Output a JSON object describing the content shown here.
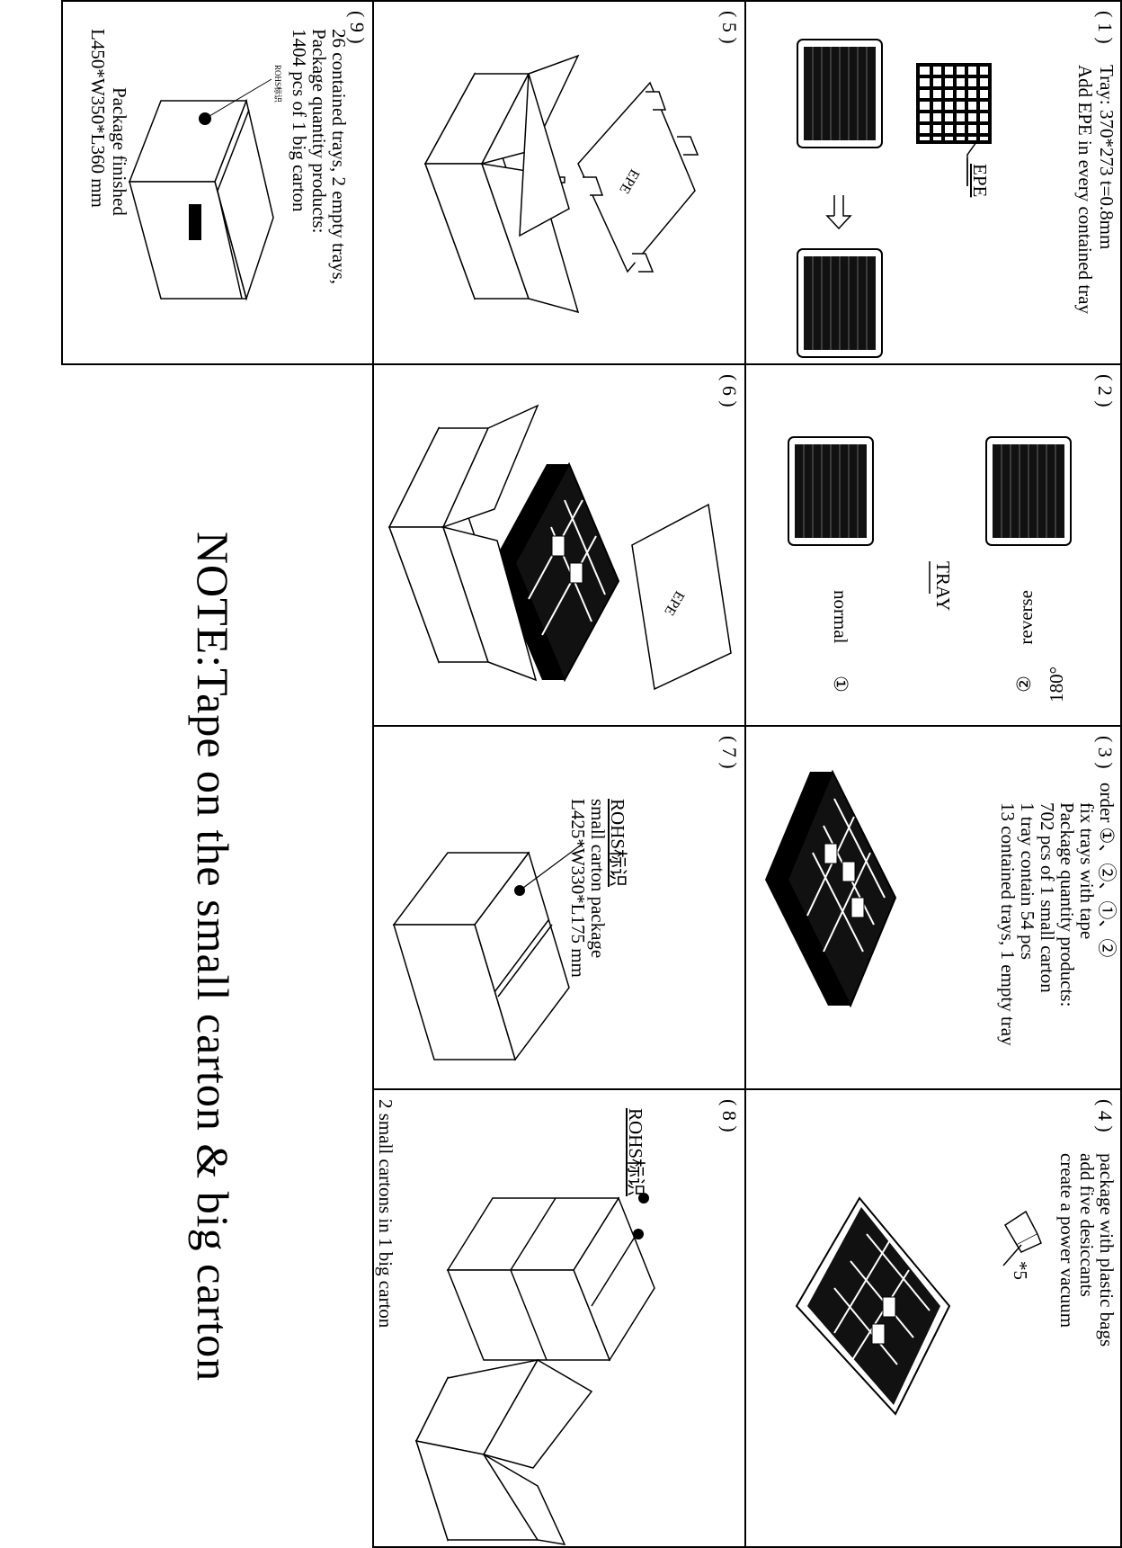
{
  "steps": [
    {
      "num": "( 1 )",
      "lines": [
        "Tray: 370*273  t=0.8mm",
        "Add EPE in every contained tray"
      ],
      "labels": {
        "epe": "EPE"
      }
    },
    {
      "num": "( 2 )",
      "labels": {
        "tray": "TRAY",
        "reverse": "reverse",
        "deg": "180°",
        "normal": "normal",
        "c1": "①",
        "c2": "②"
      }
    },
    {
      "num": "( 3 )",
      "lines": [
        "order ①、②、①、②",
        "fix trays with tape",
        "Package quantity products:",
        "702 pcs of 1 small carton",
        "1 tray contain 54 pcs",
        "13 contained trays, 1 empty tray"
      ]
    },
    {
      "num": "( 4 )",
      "lines": [
        "package with plastic bags",
        "add five desiccants",
        "create a power vacuum"
      ],
      "labels": {
        "count": "*5"
      }
    },
    {
      "num": "( 5 )",
      "labels": {
        "epe": "EPE"
      }
    },
    {
      "num": "( 6 )",
      "labels": {
        "epe": "EPE"
      }
    },
    {
      "num": "( 7 )",
      "lines": [
        "ROHS标识",
        "small carton package",
        "L425*W330*L175 mm"
      ]
    },
    {
      "num": "( 8 )",
      "lines": [
        "ROHS标识",
        "2 small cartons in 1 big carton"
      ]
    },
    {
      "num": "( 9 )",
      "lines": [
        "26 contained trays, 2 empty trays,",
        "Package quantity products:",
        "1404 pcs of 1 big carton",
        "Package finished",
        "L450*W350*L360 mm"
      ],
      "labels": {
        "tag": "ROHS标识"
      }
    }
  ],
  "note": "NOTE:Tape on the small carton & big carton"
}
